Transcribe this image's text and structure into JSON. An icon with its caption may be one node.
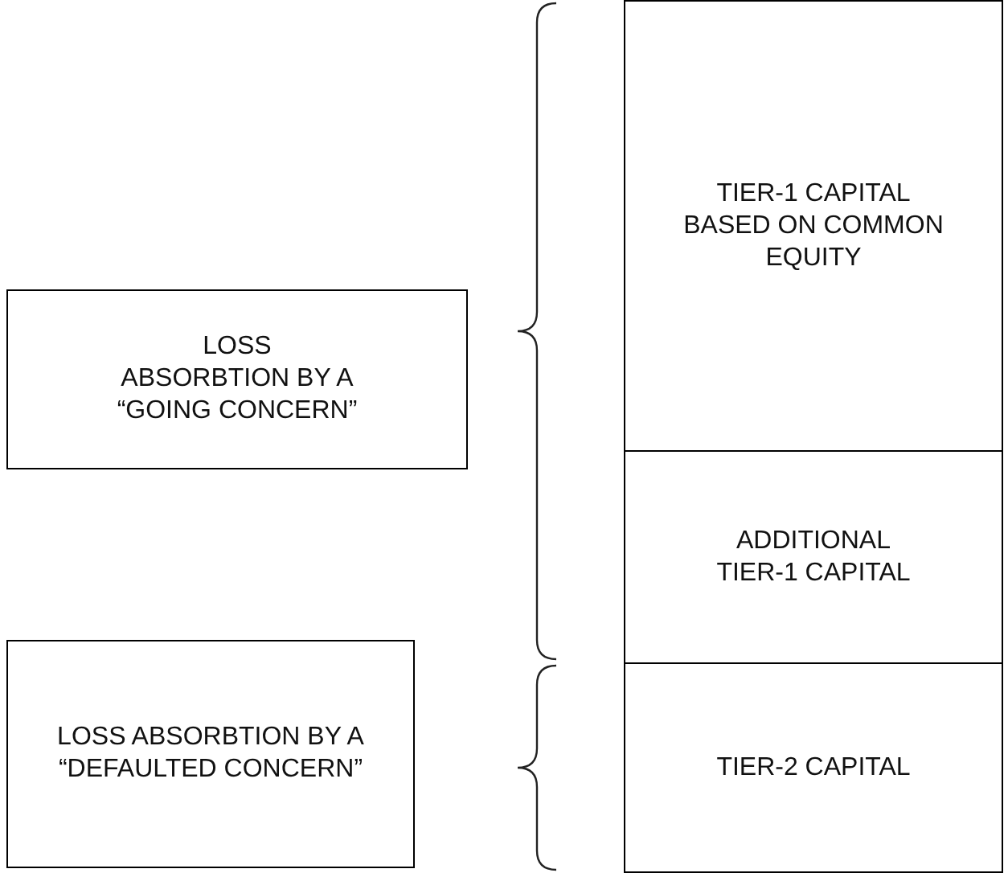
{
  "diagram": {
    "nodes": [
      {
        "text": [
          "LOSS ABSORBTION BY A “GOING CONCERN”"
        ]
      },
      {
        "text": [
          "LOSS ABSORBTION BY A “DEFAULTED CONCERN”"
        ]
      },
      {
        "text": [
          "TIER-1 CAPITAL BASED ON COMMON EQUITY"
        ]
      },
      {
        "text": [
          "ADDITIONAL TIER-1 CAPITAL"
        ]
      },
      {
        "text": [
          "TIER-2 CAPITAL"
        ]
      }
    ]
  }
}
